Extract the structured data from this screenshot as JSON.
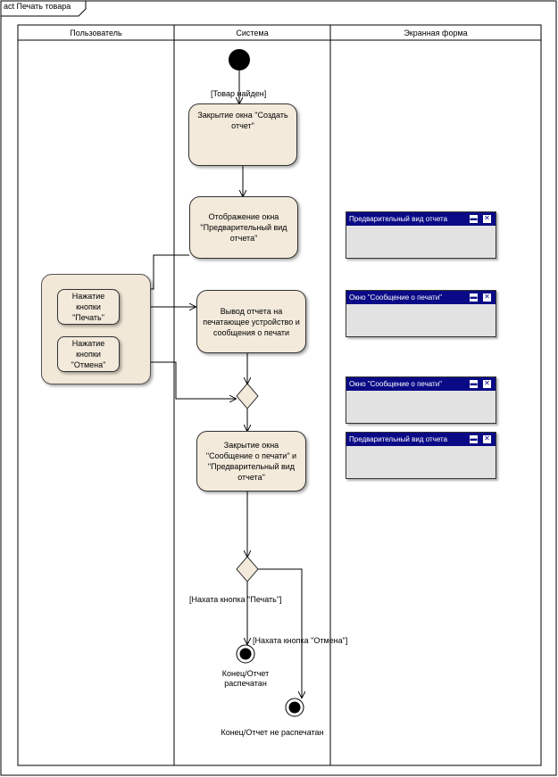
{
  "frame": {
    "title": "act Печать товара"
  },
  "lanes": [
    {
      "key": "user",
      "title": "Пользователь"
    },
    {
      "key": "system",
      "title": "Система"
    },
    {
      "key": "screen",
      "title": "Экранная форма"
    }
  ],
  "nodes": {
    "close_create": "Закрытие окна \"Создать\nотчет\"",
    "show_preview": "Отображение окна\n\"Предварительный вид\nотчета\"",
    "press_print": "Нажатие\nкнопки\n\"Печать\"",
    "press_cancel": "Нажатие\nкнопки\n\"Отмена\"",
    "output_report": "Вывод отчета на\nпечатающее устройство и\nсообщения о печати",
    "close_windows": "Закрытие окна\n\"Сообщение о печати\" и\n\"Предварительный вид\nотчета\""
  },
  "guards": {
    "found": "[Товар найден]",
    "print": "[Нахата кнопка \"Печать\"]",
    "cancel": "[Нахата кнопка \"Отмена\"]"
  },
  "finals": {
    "printed": "Конец/Отчет\nраспечатан",
    "not_printed": "Конец/Отчет не распечатан"
  },
  "windows": [
    {
      "title": "Предварительный вид отчета",
      "min_icon": "minimize-icon",
      "close_icon": "close-icon",
      "close_glyph": "✕"
    },
    {
      "title": "Окно \"Сообщение о печати\"",
      "min_icon": "minimize-icon",
      "close_icon": "close-icon",
      "close_glyph": "✕"
    },
    {
      "title": "Окно \"Сообщение о печати\"",
      "min_icon": "minimize-icon",
      "close_icon": "close-icon",
      "close_glyph": "✕"
    },
    {
      "title": "Предварительный вид отчета",
      "min_icon": "minimize-icon",
      "close_icon": "close-icon",
      "close_glyph": "✕"
    }
  ],
  "colors": {
    "action_fill": "#f3eadb",
    "window_titlebar": "#0a0a86",
    "window_body": "#e2e2e2"
  }
}
